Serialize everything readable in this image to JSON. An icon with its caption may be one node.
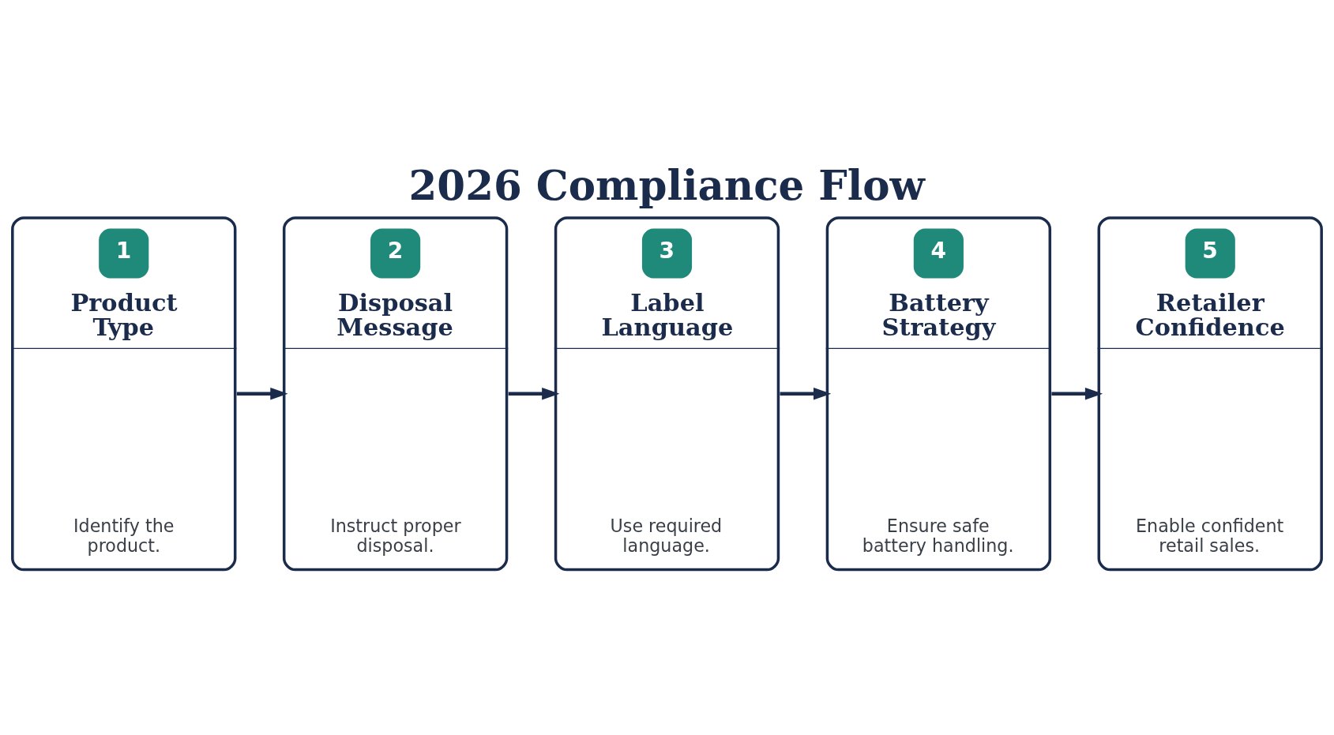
{
  "diagram": {
    "title": "2026 Compliance Flow",
    "nodes": [
      {
        "text": [
          "1",
          "Product Type",
          "Identify the product."
        ]
      },
      {
        "text": [
          "2",
          "Disposal Message",
          "Instruct proper disposal."
        ]
      },
      {
        "text": [
          "3",
          "Label Language",
          "Use required language."
        ]
      },
      {
        "text": [
          "4",
          "Battery Strategy",
          "Ensure safe battery handling."
        ]
      },
      {
        "text": [
          "5",
          "Retailer Confidence",
          "Enable confident retail sales."
        ]
      }
    ],
    "edges": [
      {
        "from": 0,
        "to": 1,
        "arrow": "to"
      },
      {
        "from": 1,
        "to": 2,
        "arrow": "to"
      },
      {
        "from": 2,
        "to": 3,
        "arrow": "to"
      },
      {
        "from": 3,
        "to": 4,
        "arrow": "to"
      }
    ]
  }
}
